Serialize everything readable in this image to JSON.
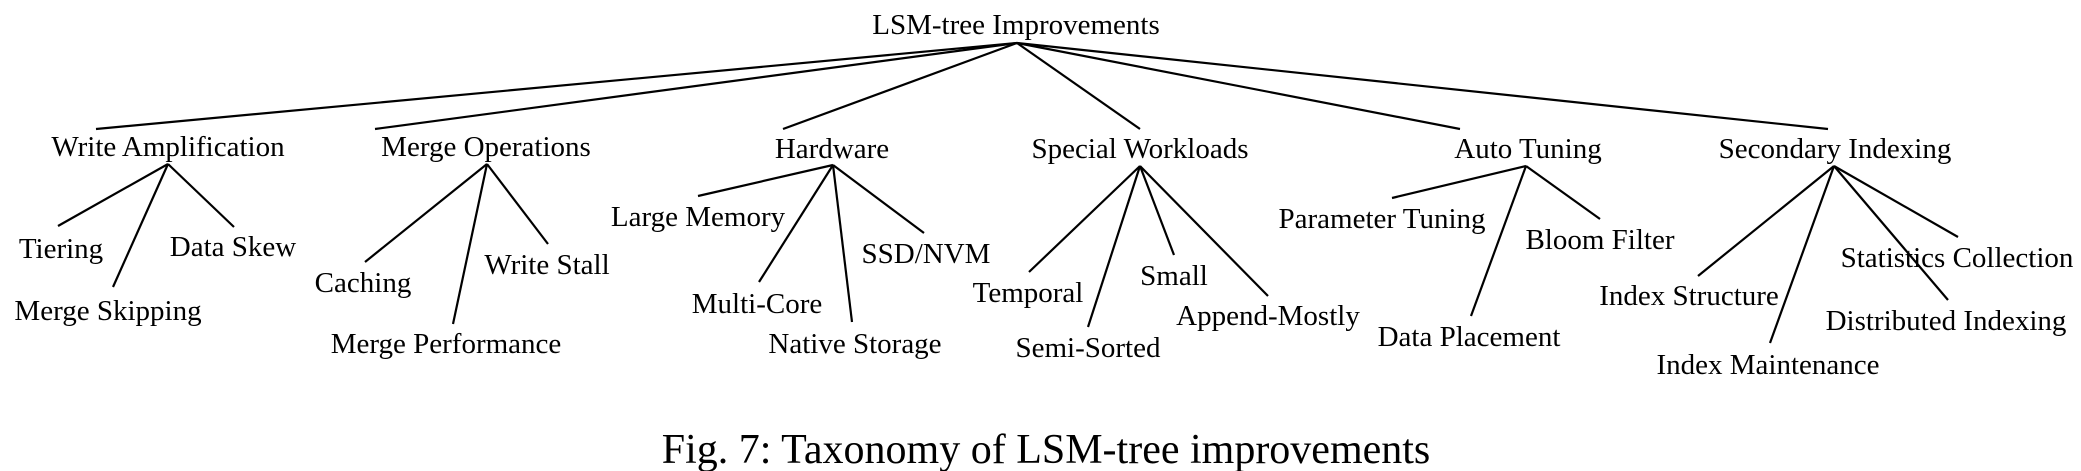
{
  "root": "LSM-tree Improvements",
  "categories": [
    {
      "label": "Write Amplification",
      "children": [
        "Tiering",
        "Merge Skipping",
        "Data Skew"
      ]
    },
    {
      "label": "Merge Operations",
      "children": [
        "Caching",
        "Merge Performance",
        "Write Stall"
      ]
    },
    {
      "label": "Hardware",
      "children": [
        "Large Memory",
        "Multi-Core",
        "Native Storage",
        "SSD/NVM"
      ]
    },
    {
      "label": "Special Workloads",
      "children": [
        "Temporal",
        "Semi-Sorted",
        "Small",
        "Append-Mostly"
      ]
    },
    {
      "label": "Auto Tuning",
      "children": [
        "Parameter Tuning",
        "Data Placement",
        "Bloom Filter"
      ]
    },
    {
      "label": "Secondary Indexing",
      "children": [
        "Index Structure",
        "Index Maintenance",
        "Distributed Indexing",
        "Statistics Collection"
      ]
    }
  ],
  "caption": "Fig. 7: Taxonomy of LSM-tree improvements",
  "colors": {
    "ink": "#000000",
    "background": "#ffffff"
  }
}
